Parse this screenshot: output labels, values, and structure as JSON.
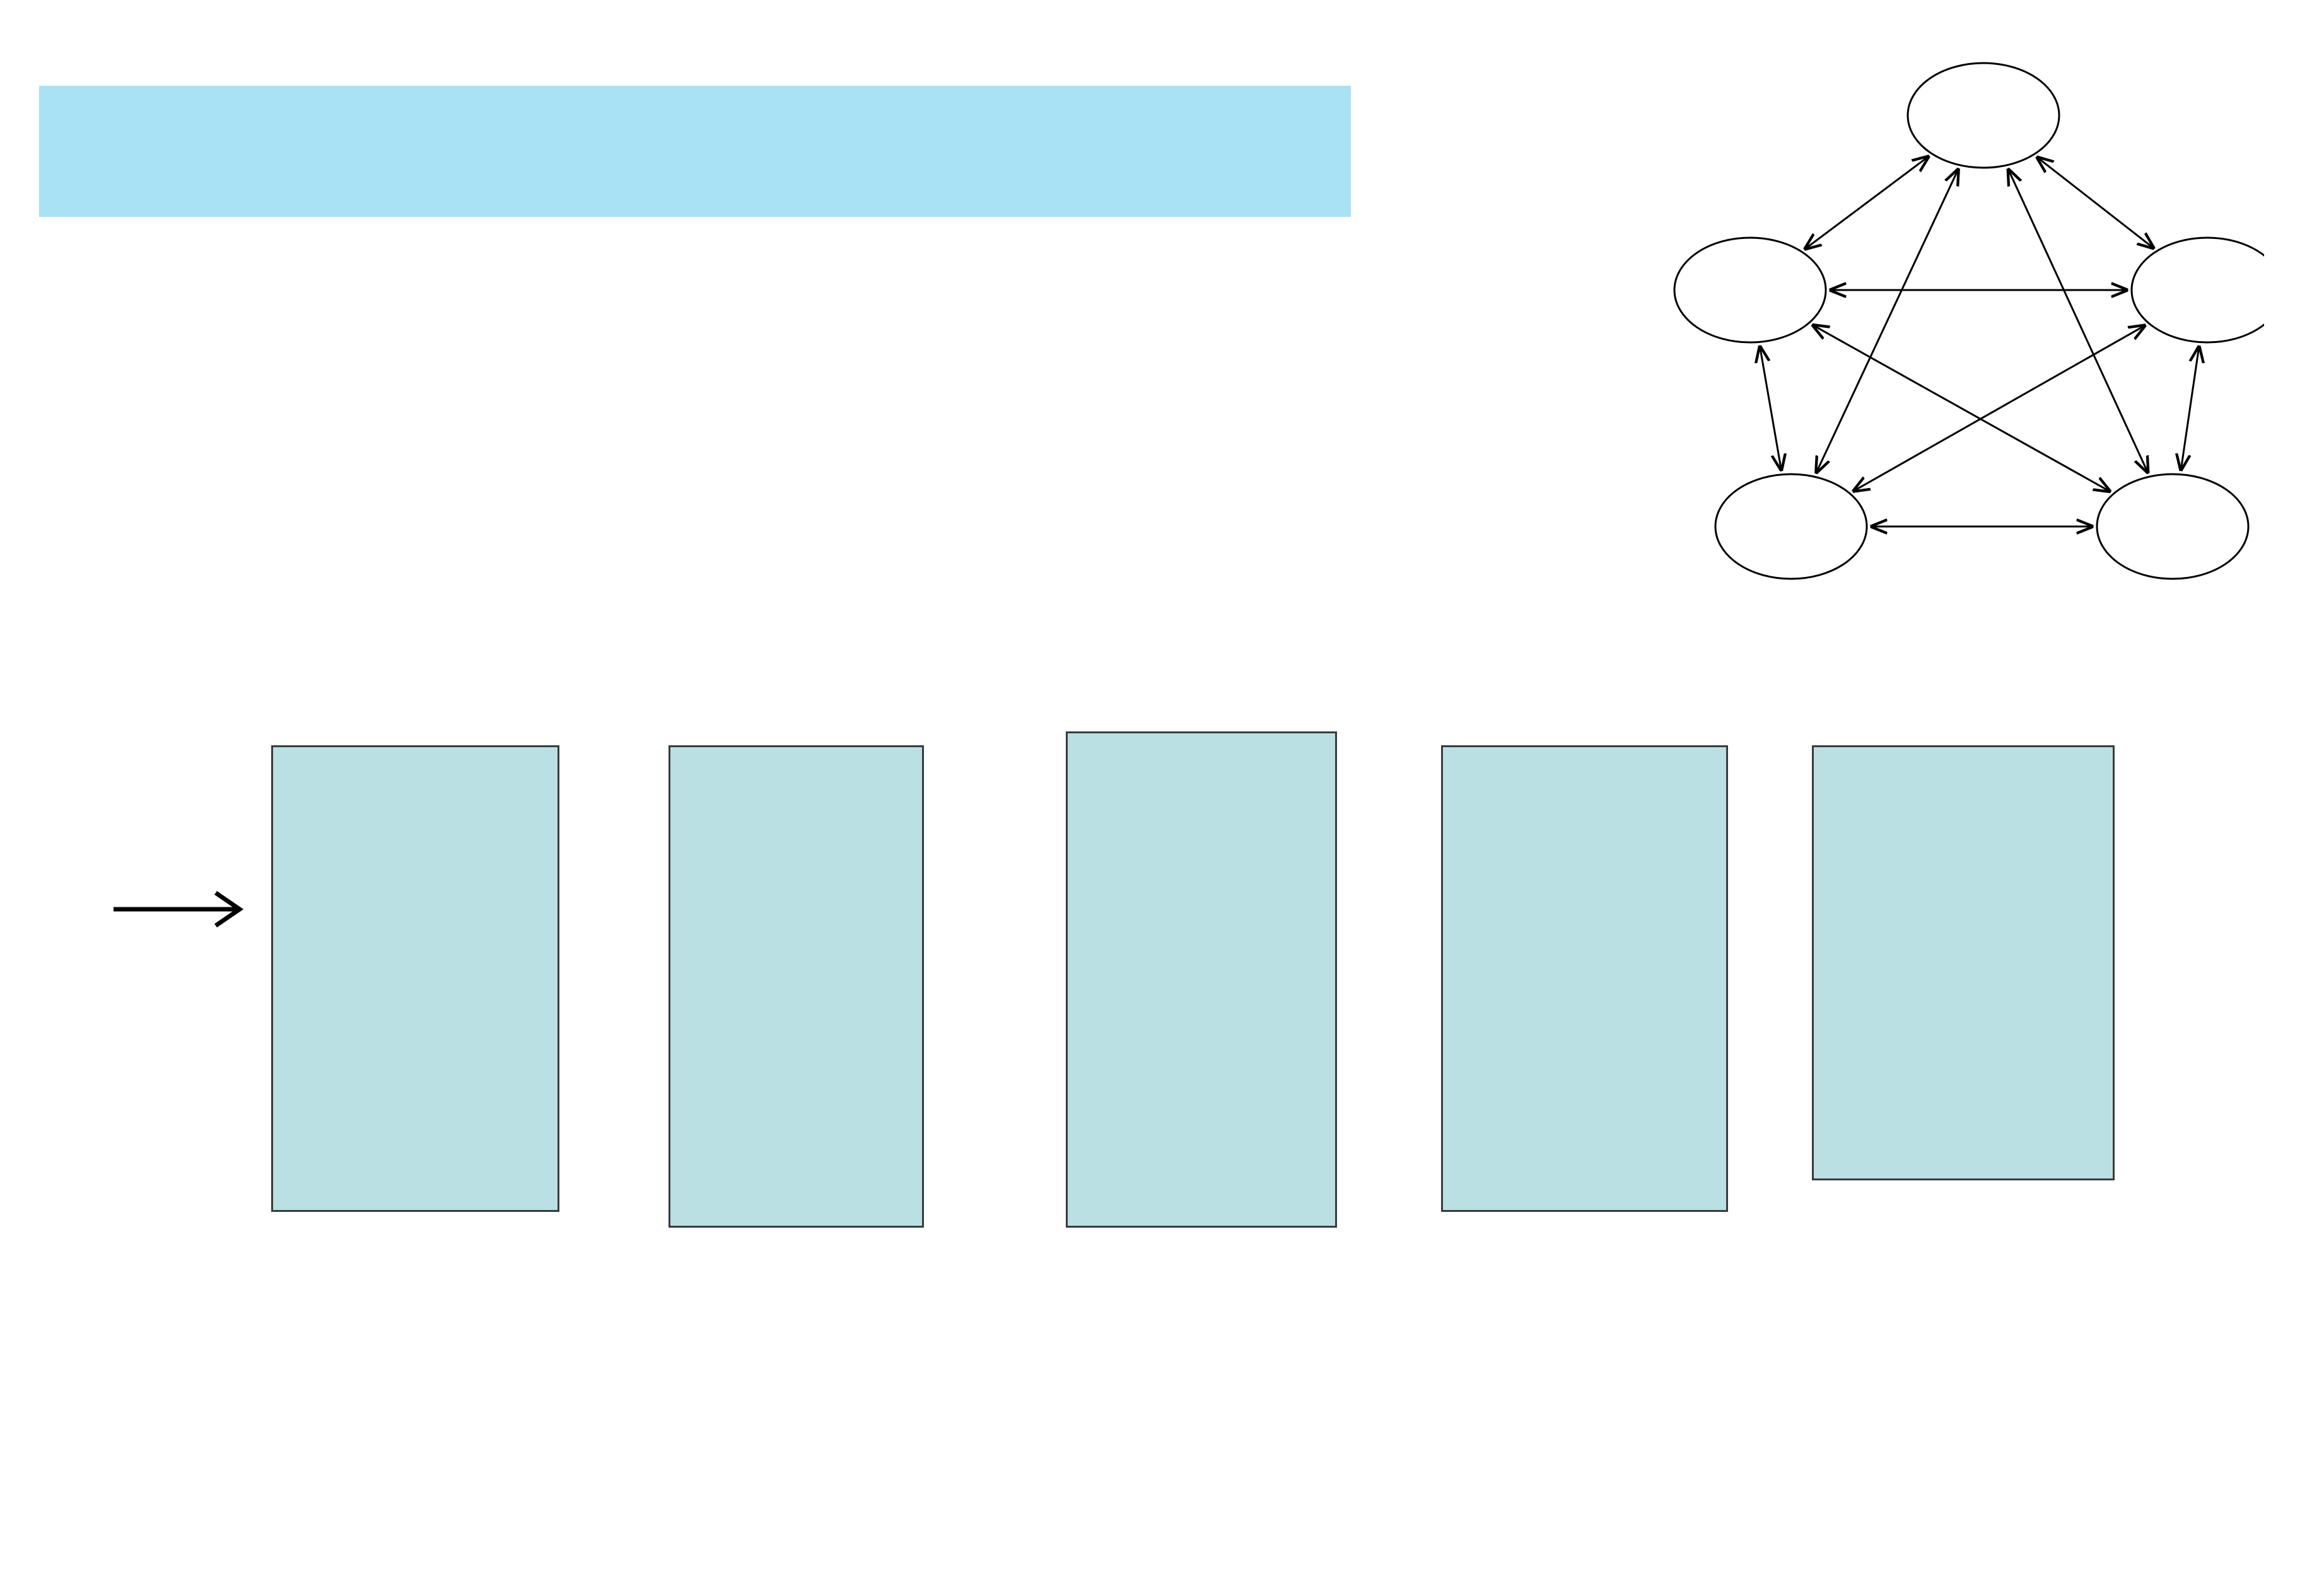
{
  "colors": {
    "banner": "#a8e2f4",
    "box_fill": "#bae0e3",
    "note_text": "#ff0000"
  },
  "header": {
    "title": ""
  },
  "subtitle": "",
  "side_label": {
    "top": "",
    "bottom": ""
  },
  "columns": [
    {
      "heading": "",
      "body": ""
    },
    {
      "heading": "",
      "body": ""
    },
    {
      "heading": "",
      "body": ""
    },
    {
      "heading": "",
      "body": ""
    },
    {
      "heading": "",
      "body": ""
    }
  ],
  "diagram": {
    "nodes": [
      {
        "label": ""
      },
      {
        "label": ""
      },
      {
        "label": ""
      },
      {
        "label": ""
      },
      {
        "label": ""
      }
    ],
    "edges": [
      [
        0,
        1
      ],
      [
        0,
        2
      ],
      [
        0,
        3
      ],
      [
        0,
        4
      ],
      [
        1,
        2
      ],
      [
        1,
        3
      ],
      [
        1,
        4
      ],
      [
        2,
        3
      ],
      [
        2,
        4
      ],
      [
        3,
        4
      ]
    ],
    "edge_style": "double-headed arrows"
  },
  "conclusion": ""
}
